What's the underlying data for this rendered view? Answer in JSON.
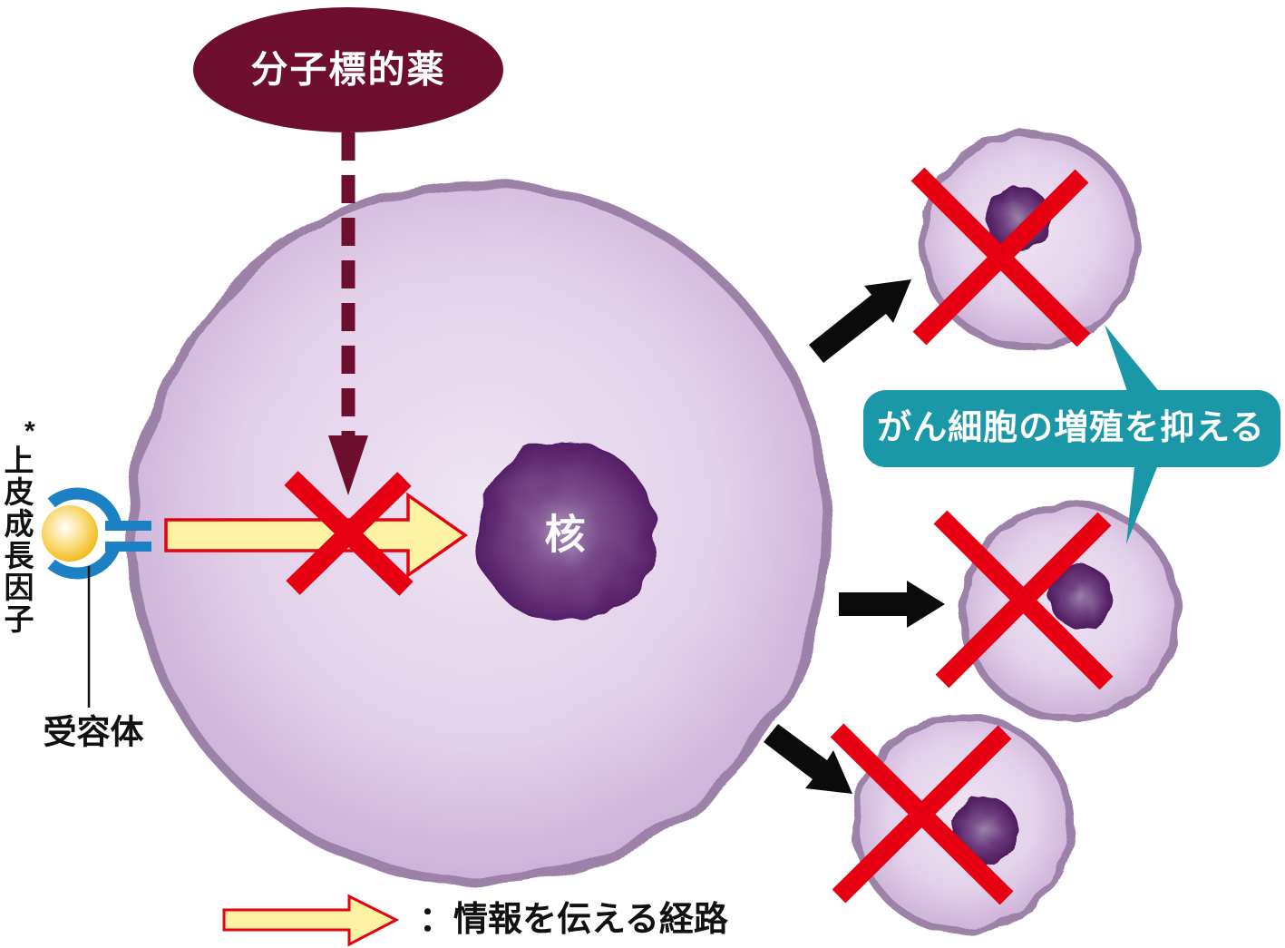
{
  "labels": {
    "drug": "分子標的薬",
    "growth_factor": "上皮成長因子",
    "growth_factor_note": "*",
    "receptor": "受容体",
    "nucleus": "核",
    "effect": "がん細胞の増殖を抑える",
    "legend": "：情報を伝える経路"
  },
  "colors": {
    "drug_maroon": "#6d0e2e",
    "effect_teal": "#1b98a8",
    "block_red": "#e60012",
    "pathway_yellow": "#fdf3a2",
    "receptor_blue": "#1b80c4",
    "cell_border_purple": "#9c82a8",
    "arrow_black": "#0b0b0b"
  }
}
